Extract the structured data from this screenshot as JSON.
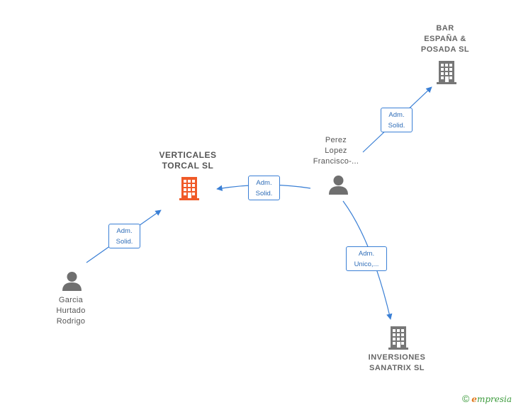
{
  "companies": {
    "verticales": {
      "name": "VERTICALES\nTORCAL  SL",
      "color": "#f05a28"
    },
    "bar": {
      "name": "BAR\nESPAÑA &\nPOSADA  SL",
      "color": "#777777"
    },
    "inversiones": {
      "name": "INVERSIONES\nSANATRIX  SL",
      "color": "#777777"
    }
  },
  "persons": {
    "perez": {
      "name": "Perez\nLopez\nFrancisco-..."
    },
    "garcia": {
      "name": "Garcia\nHurtado\nRodrigo"
    }
  },
  "edges": {
    "perez_to_verticales": "Adm.\nSolid.",
    "perez_to_bar": "Adm.\nSolid.",
    "perez_to_inversiones": "Adm.\nUnico,...",
    "garcia_to_verticales": "Adm.\nSolid."
  },
  "colors": {
    "edge": "#3a7fd5",
    "person_icon": "#6f6f6f"
  },
  "brand": {
    "copyright": "©",
    "initial": "e",
    "text": "mpresia"
  }
}
